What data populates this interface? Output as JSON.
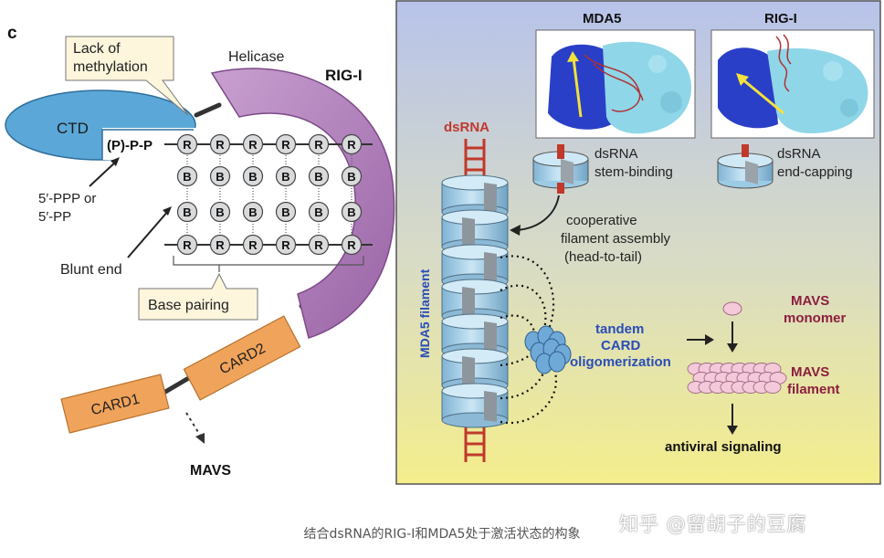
{
  "left_panel": {
    "panel_letter": "c",
    "lack_of_methylation": [
      "Lack of",
      "methylation"
    ],
    "helicase": "Helicase",
    "rig_i": "RIG-I",
    "ctd": "CTD",
    "p_p_p": "(P)-P-P",
    "ppp_label": [
      "5′-PPP or",
      "5′-PP"
    ],
    "blunt_end": "Blunt end",
    "base_pairing": "Base pairing",
    "card1": "CARD1",
    "card2": "CARD2",
    "mavs": "MAVS",
    "r_letter": "R",
    "b_letter": "B"
  },
  "right_panel": {
    "mda5_title": "MDA5",
    "rigi_title": "RIG-I",
    "dsrna": "dsRNA",
    "stem_binding": [
      "dsRNA",
      "stem-binding"
    ],
    "end_capping": [
      "dsRNA",
      "end-capping"
    ],
    "cooperative": [
      "cooperative",
      "filament assembly",
      "(head-to-tail)"
    ],
    "mda5_filament": "MDA5 filament",
    "tandem_card": [
      "tandem",
      "CARD",
      "oligomerization"
    ],
    "mavs_monomer": [
      "MAVS",
      "monomer"
    ],
    "mavs_filament": [
      "MAVS",
      "filament"
    ],
    "antiviral": "antiviral signaling"
  },
  "caption": "结合dsRNA的RIG-I和MDA5处于激活状态的构象",
  "watermark": "知乎 @留胡子的豆腐",
  "colors": {
    "ctd": "#5ba8d8",
    "helicase": "#a675b0",
    "card": "#f0a35a",
    "bg_top": "#b9c6ea",
    "bg_bottom": "#f4ee8f",
    "dsrna_red": "#c0392b",
    "cylinder": "#9ccbe5",
    "mavs_pink": "#f4c9da"
  }
}
